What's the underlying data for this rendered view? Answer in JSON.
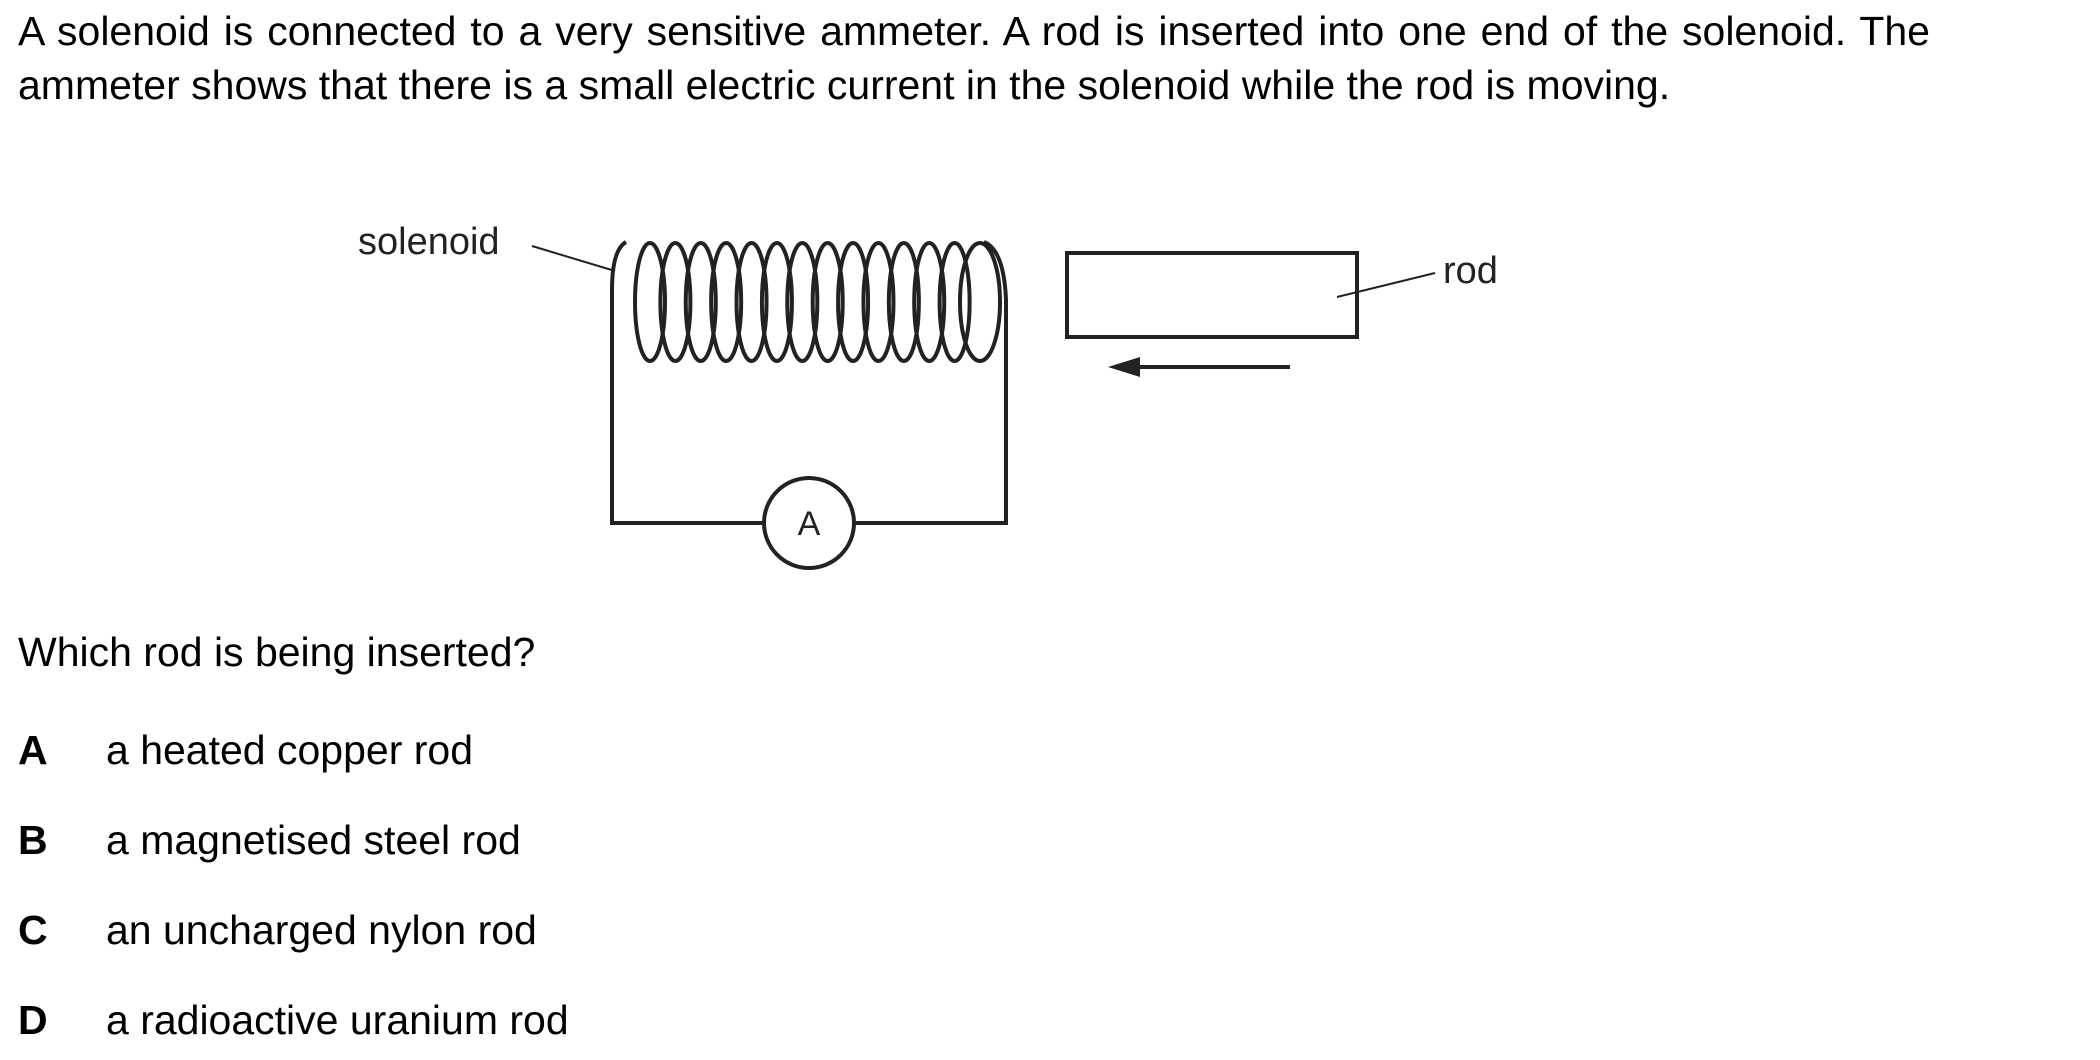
{
  "question": {
    "stem": "A solenoid is connected to a very sensitive ammeter. A rod is inserted into one end of the solenoid. The ammeter shows that there is a small electric current in the solenoid while the rod is moving.",
    "prompt": "Which rod is being inserted?",
    "options": [
      {
        "letter": "A",
        "text": "a heated copper rod"
      },
      {
        "letter": "B",
        "text": "a magnetised steel rod"
      },
      {
        "letter": "C",
        "text": "an uncharged nylon rod"
      },
      {
        "letter": "D",
        "text": "a radioactive uranium rod"
      }
    ]
  },
  "diagram": {
    "solenoid_label": "solenoid",
    "rod_label": "rod",
    "ammeter_symbol": "A",
    "coil_turns": 14,
    "rod_motion_direction": "left",
    "line_color": "#222222"
  }
}
